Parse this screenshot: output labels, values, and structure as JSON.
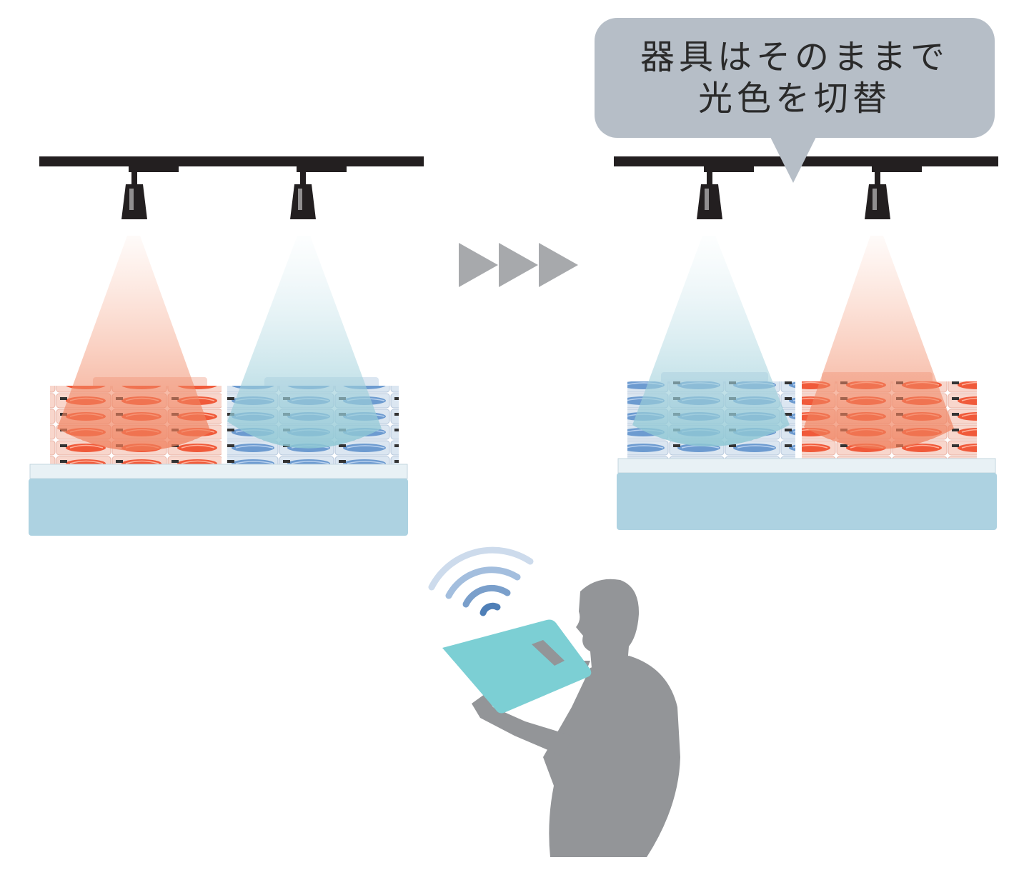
{
  "callout": {
    "line1": "器具はそのままで",
    "line2": "光色を切替"
  },
  "colors": {
    "warm_light": "#f0896a",
    "cool_light": "#a5d3de",
    "salmon": "#f26a4f",
    "fish_blue": "#6a9ac9",
    "case": "#add2e1",
    "rail": "#231f20",
    "arrow": "#a7a9ac",
    "person": "#939598",
    "tablet": "#7ccfd4",
    "callout_bg": "#b6bec7"
  },
  "icons": [
    "track-rail",
    "spotlight-icon",
    "arrow-icon",
    "wifi-signal-icon",
    "tablet-icon",
    "person-silhouette"
  ]
}
